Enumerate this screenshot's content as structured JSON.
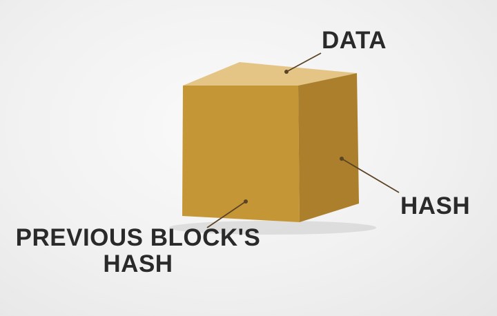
{
  "labels": {
    "data": "DATA",
    "hash": "HASH",
    "previous_line1": "PREVIOUS BLOCK'S",
    "previous_line2": "HASH"
  },
  "colors": {
    "cube_top": "#e4c586",
    "cube_front": "#c49636",
    "cube_side": "#ab7f2b",
    "pointer": "#5a4326",
    "text": "#2a2a2a"
  }
}
